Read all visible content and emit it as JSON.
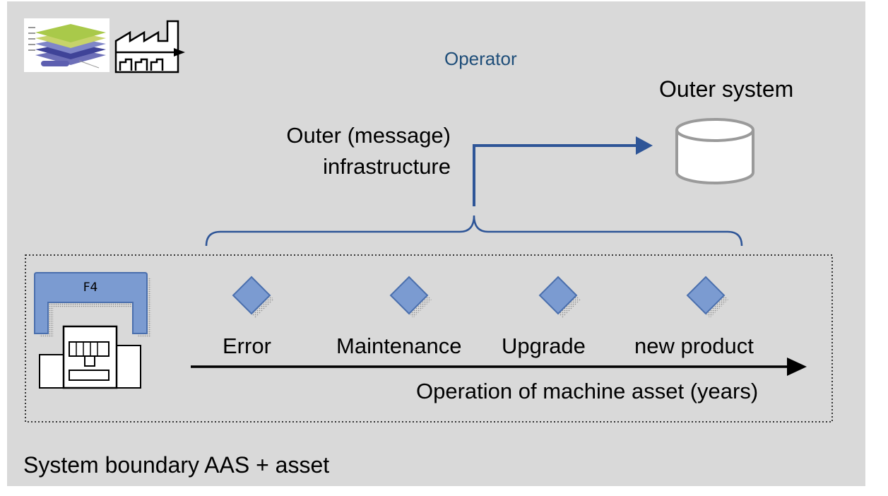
{
  "labels": {
    "operator": "Operator",
    "outer_system": "Outer system",
    "infrastructure_line1": "Outer (message)",
    "infrastructure_line2": "infrastructure",
    "machine_tag": "F4",
    "operation_axis": "Operation of machine asset (years)",
    "system_boundary": "System boundary AAS + asset"
  },
  "events": [
    {
      "label": "Error"
    },
    {
      "label": "Maintenance"
    },
    {
      "label": "Upgrade"
    },
    {
      "label": "new product"
    }
  ],
  "icons": [
    "layer-stack-thumbnail-icon",
    "factory-icon",
    "database-icon",
    "machine-icon",
    "event-diamond-icon"
  ],
  "colors": {
    "panel": "#d9d9d9",
    "accent_blue": "#1f4e79",
    "arrow_blue": "#2e5597",
    "diamond_fill": "#7b9bd1",
    "diamond_stroke": "#4a6fad",
    "hood_fill": "#7b9bd1",
    "layer_green": "#a9c94a",
    "layer_purple": "#5d5fb0"
  }
}
